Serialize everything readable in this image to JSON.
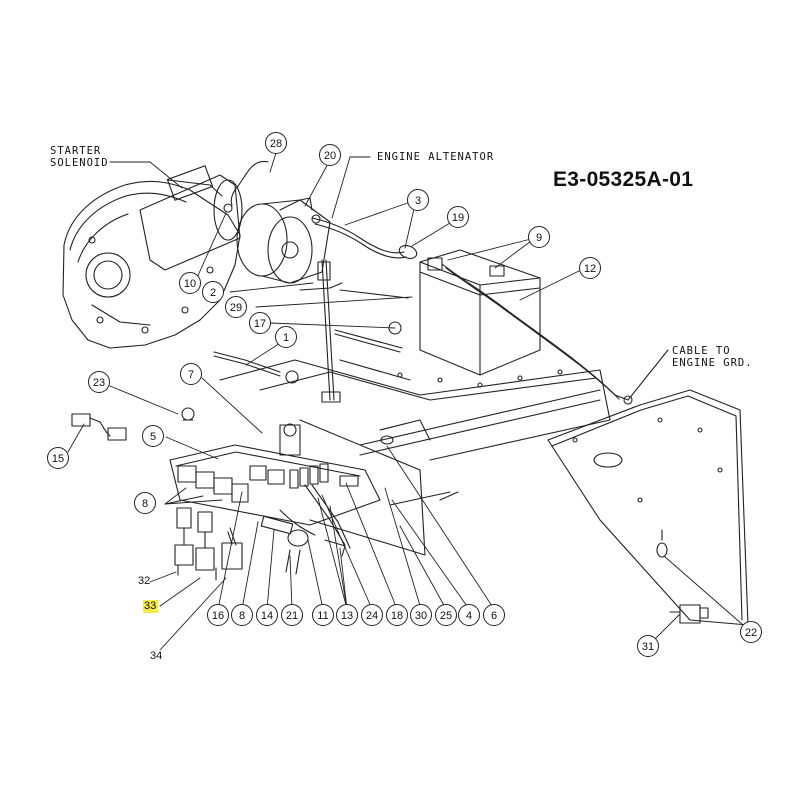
{
  "diagram_code": "E3-05325A-01",
  "notes": {
    "starter_line1": "STARTER",
    "starter_line2": "SOLENOID",
    "engine_alternator": "ENGINE ALTENATOR",
    "cable_line1": "CABLE TO",
    "cable_line2": "ENGINE GRD."
  },
  "callouts": [
    "28",
    "20",
    "3",
    "19",
    "9",
    "12",
    "10",
    "2",
    "29",
    "17",
    "1",
    "7",
    "23",
    "15",
    "5",
    "8",
    "16",
    "8",
    "14",
    "21",
    "11",
    "13",
    "24",
    "18",
    "30",
    "25",
    "4",
    "6",
    "22",
    "31"
  ],
  "plain_labels": {
    "p32": "32",
    "p33": "33",
    "p34": "34"
  },
  "highlight_color": "#f4ea4a"
}
